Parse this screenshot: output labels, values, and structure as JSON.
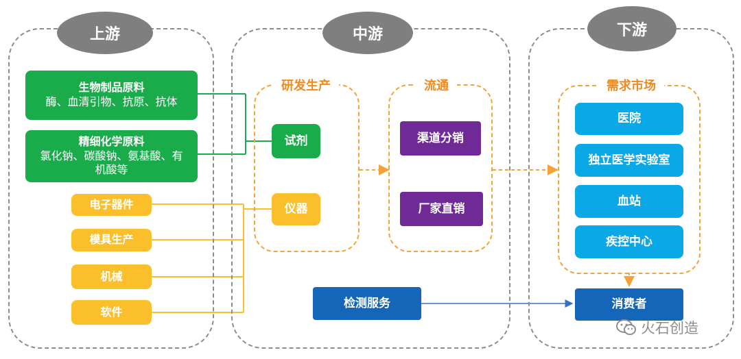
{
  "upstream": {
    "title": "上游",
    "materials": [
      {
        "title": "生物制品原料",
        "desc": "酶、血清引物、抗原、抗体"
      },
      {
        "title": "精细化学原料",
        "desc": "氯化钠、碳酸钠、氨基酸、有机酸等"
      }
    ],
    "components": [
      "电子器件",
      "模具生产",
      "机械",
      "软件"
    ]
  },
  "midstream": {
    "title": "中游",
    "rd": {
      "label": "研发生产",
      "items": [
        "试剂",
        "仪器"
      ]
    },
    "circulation": {
      "label": "流通",
      "items": [
        "渠道分销",
        "厂家直销"
      ]
    },
    "service": "检测服务"
  },
  "downstream": {
    "title": "下游",
    "demand": {
      "label": "需求市场",
      "items": [
        "医院",
        "独立医学实验室",
        "血站",
        "疾控中心"
      ]
    },
    "consumer": "消费者"
  },
  "watermark": "火石创造",
  "colors": {
    "green": "#1aab4b",
    "yellow": "#fbbf2c",
    "purple": "#6f2a97",
    "light_blue": "#0aa8e6",
    "dark_blue": "#1565b8",
    "orange": "#f4a33b",
    "gray": "#7f7f7f"
  }
}
